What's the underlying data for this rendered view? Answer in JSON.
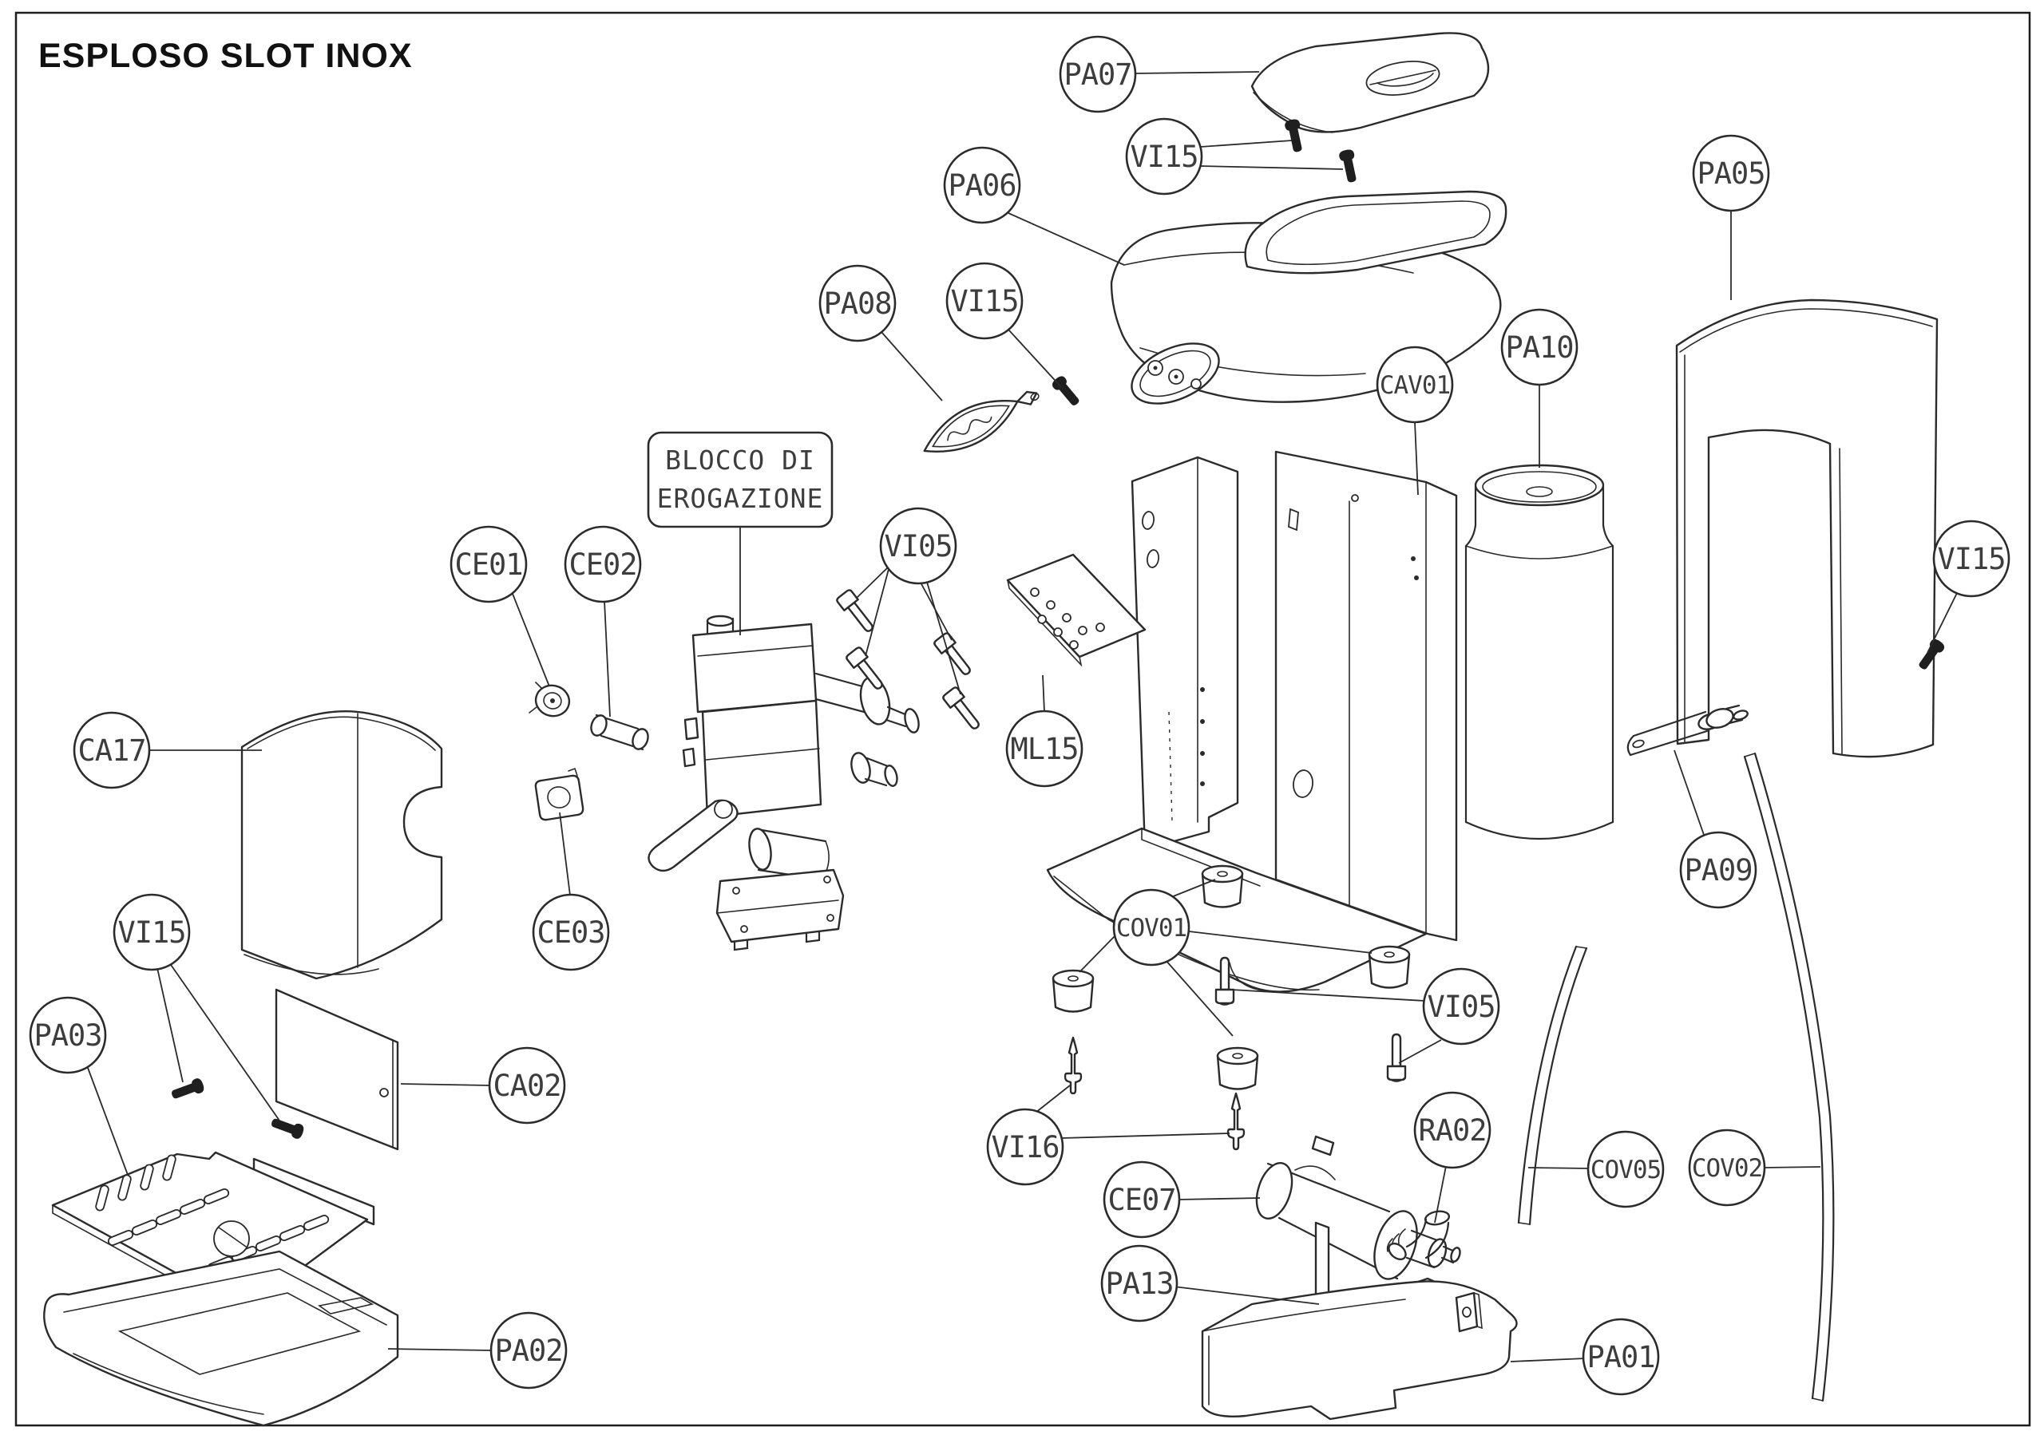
{
  "title": "ESPLOSO SLOT INOX",
  "annotation_box": {
    "line1": "BLOCCO DI",
    "line2": "EROGAZIONE"
  },
  "labels": [
    {
      "text": "PA07"
    },
    {
      "text": "VI15"
    },
    {
      "text": "PA06"
    },
    {
      "text": "PA05"
    },
    {
      "text": "PA08"
    },
    {
      "text": "VI15"
    },
    {
      "text": "CAV01"
    },
    {
      "text": "PA10"
    },
    {
      "text": "CE01"
    },
    {
      "text": "CE02"
    },
    {
      "text": "VI05"
    },
    {
      "text": "VI15"
    },
    {
      "text": "ML15"
    },
    {
      "text": "CA17"
    },
    {
      "text": "CE03"
    },
    {
      "text": "VI15"
    },
    {
      "text": "COV01"
    },
    {
      "text": "PA09"
    },
    {
      "text": "PA03"
    },
    {
      "text": "CA02"
    },
    {
      "text": "VI05"
    },
    {
      "text": "VI16"
    },
    {
      "text": "RA02"
    },
    {
      "text": "CE07"
    },
    {
      "text": "COV05"
    },
    {
      "text": "COV02"
    },
    {
      "text": "PA13"
    },
    {
      "text": "PA02"
    },
    {
      "text": "PA01"
    }
  ]
}
